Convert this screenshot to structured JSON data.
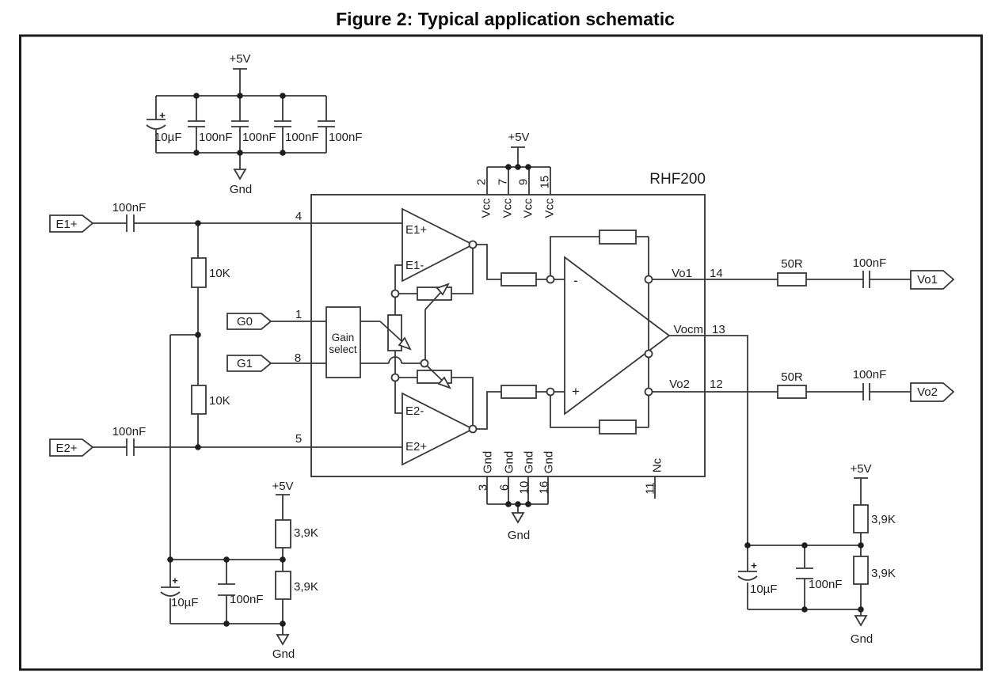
{
  "figure": {
    "title": "Figure 2: Typical application schematic"
  },
  "device": {
    "part_number": "RHF200",
    "gain_select_line1": "Gain",
    "gain_select_line2": "select",
    "amp1_in_plus": "E1+",
    "amp1_in_minus": "E1-",
    "amp2_in_minus": "E2-",
    "amp2_in_plus": "E2+",
    "opamp_minus": "-",
    "opamp_plus": "+",
    "out1": "Vo1",
    "out_cm": "Vocm",
    "out2": "Vo2",
    "pin_vcc_name": "Vcc",
    "pin_gnd_name": "Gnd",
    "pin_nc_name": "Nc",
    "pins": {
      "e1p": "4",
      "g0": "1",
      "g1": "8",
      "e2p": "5",
      "vo1": "14",
      "vocm": "13",
      "vo2": "12",
      "nc": "11",
      "vcc1": "2",
      "vcc2": "7",
      "vcc3": "9",
      "vcc4": "15",
      "gnd1": "3",
      "gnd2": "6",
      "gnd3": "10",
      "gnd4": "16"
    }
  },
  "io": {
    "e1p": "E1+",
    "e2p": "E2+",
    "g0": "G0",
    "g1": "G1",
    "vo1": "Vo1",
    "vo2": "Vo2"
  },
  "power": {
    "vcc": "+5V",
    "gnd": "Gnd",
    "polarity_plus": "+"
  },
  "components": {
    "c100n": "100nF",
    "c10u": "10µF",
    "r10k": "10K",
    "r3k9": "3,9K",
    "r50": "50R"
  },
  "colors": {
    "wire": "#383838",
    "background": "#ffffff",
    "title_text": "#0a0a0a",
    "border": "#1a1a1a"
  }
}
